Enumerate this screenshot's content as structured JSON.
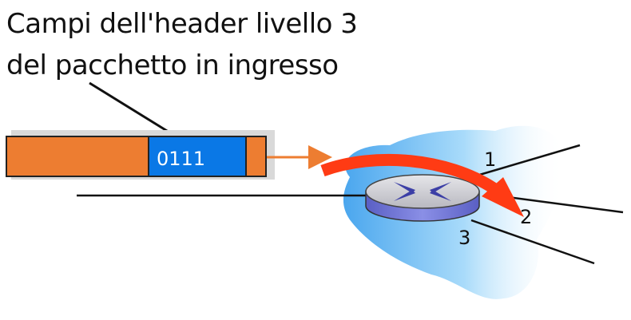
{
  "caption": {
    "line1": "Campi dell'header livello 3",
    "line2": "del pacchetto in ingresso"
  },
  "packet": {
    "header_field_value": "0111",
    "body_color": "#ed7d31",
    "field_color": "#0a78e6"
  },
  "router": {
    "ports": [
      "1",
      "2",
      "3"
    ],
    "cloud_color": "#9fd3f7",
    "top_color": "#c8c8cc",
    "side_color": "#7b7fd6",
    "arrow_color": "#ff3b14"
  }
}
